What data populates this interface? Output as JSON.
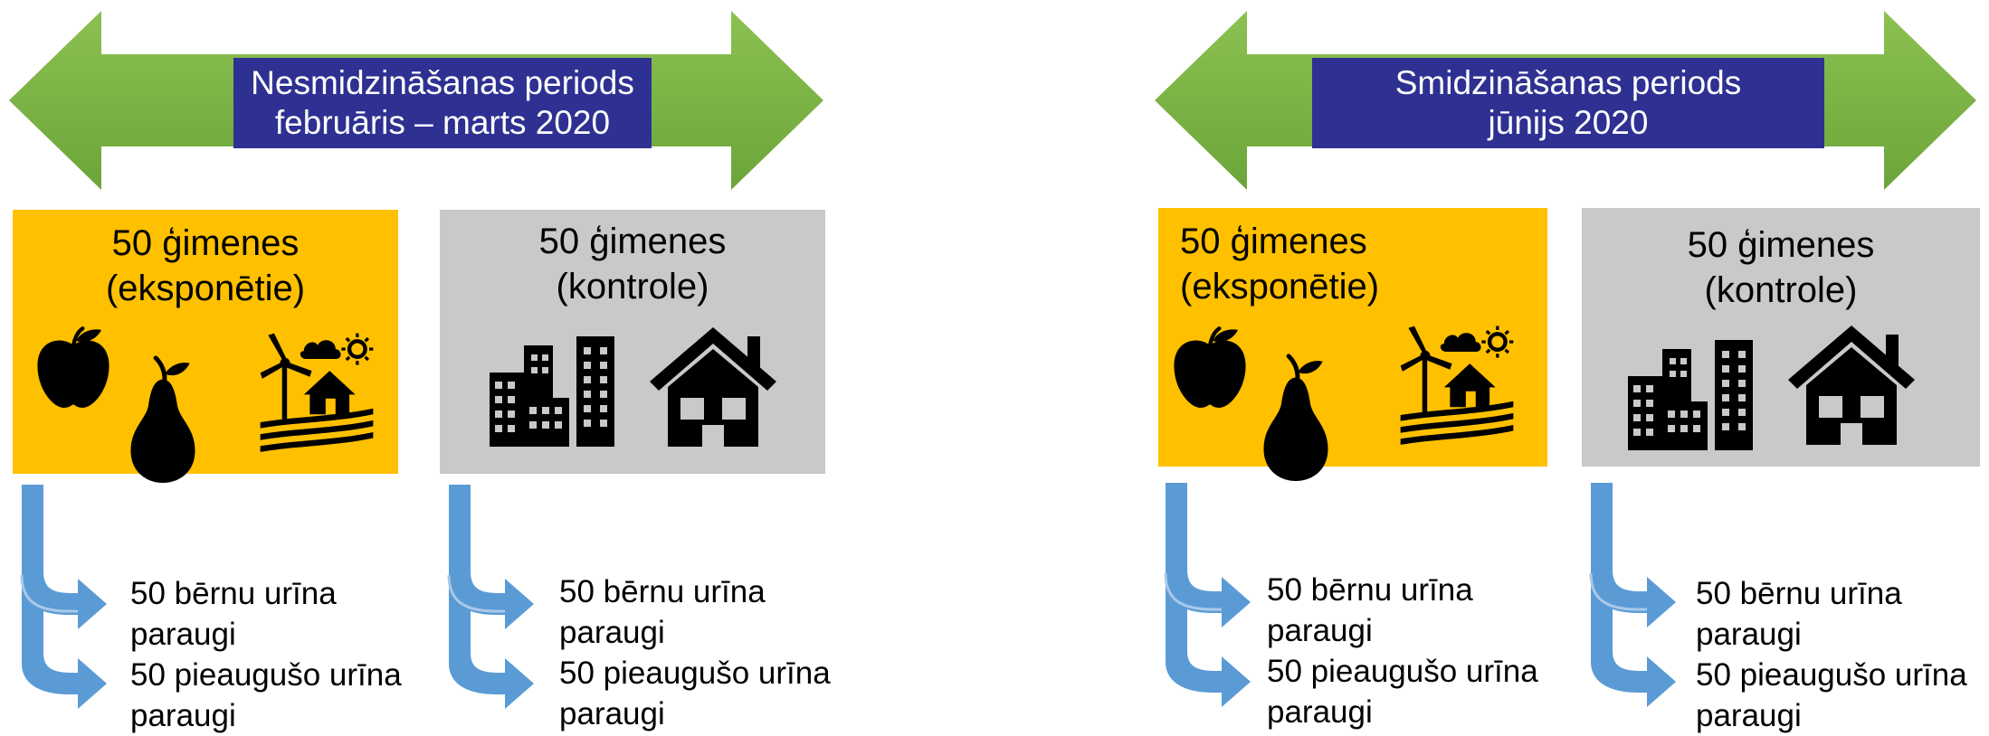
{
  "periods": [
    {
      "line1": "Nesmidzināšanas periods",
      "line2": "februāris – marts 2020"
    },
    {
      "line1": "Smidzināšanas periods",
      "line2": "jūnijs 2020"
    }
  ],
  "groups": {
    "exposed": {
      "line1": "50 ģimenes",
      "line2": "(eksponētie)"
    },
    "control": {
      "line1": "50 ģimenes",
      "line2": "(kontrole)"
    }
  },
  "samples": {
    "children": "50 bērnu urīna",
    "children_cont": "paraugi",
    "adults": "50 pieaugušo urīna",
    "adults_cont": "paraugi"
  },
  "colors": {
    "arrow_green": "#7AB648",
    "label_blue": "#2E3192",
    "exposed_box": "#FFC000",
    "control_box": "#C9C9C9",
    "bend_arrow": "#5B9BD5"
  },
  "icons": [
    "apple-icon",
    "pear-icon",
    "farm-icon",
    "city-buildings-icon",
    "house-icon"
  ]
}
